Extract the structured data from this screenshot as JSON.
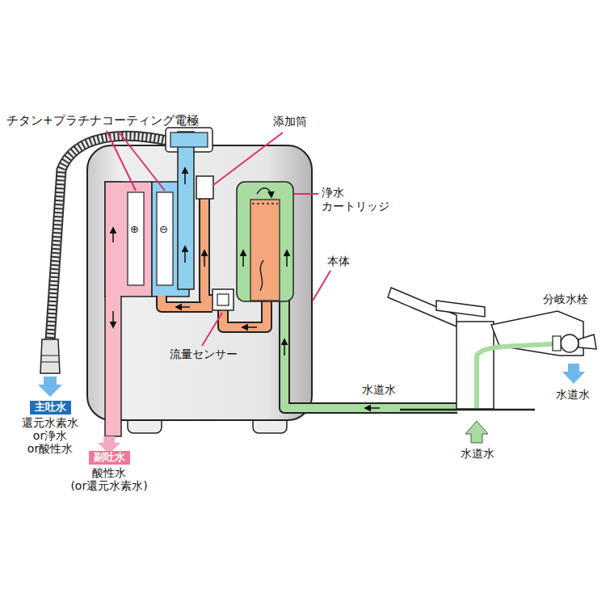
{
  "diagram": {
    "nodes": [
      {
        "text": [
          "主吐水",
          "還元水素水 or浄水 or酸性水"
        ]
      },
      {
        "text": [
          "副吐水",
          "酸性水 (or還元水素水)"
        ]
      }
    ],
    "labels": [
      "チタン+プラチナコーティング電極",
      "添加筒",
      "浄水 カートリッジ",
      "本体",
      "分岐水栓",
      "流量センサー",
      "水道水",
      "水道水",
      "水道水",
      "⊕",
      "⊖"
    ]
  }
}
